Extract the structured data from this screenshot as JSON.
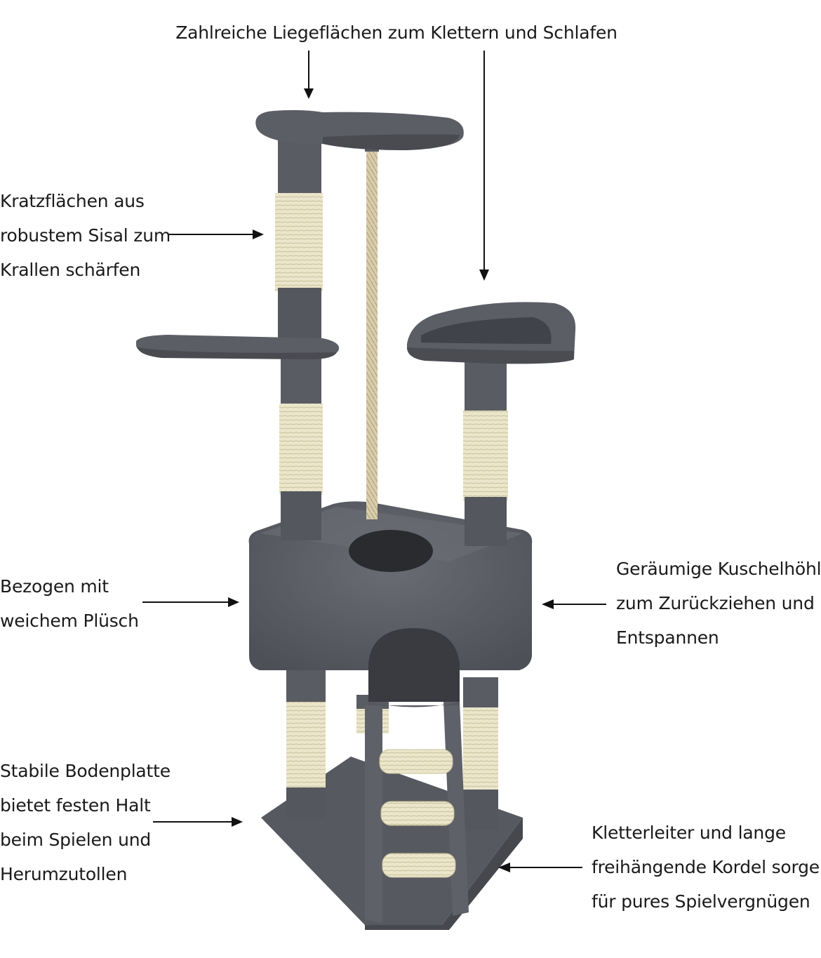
{
  "annotations": {
    "top": [
      "Zahlreiche Liegeflächen zum Klettern und Schlafen"
    ],
    "sisal": [
      "Kratzflächen aus",
      "robustem Sisal zum",
      "Krallen schärfen"
    ],
    "plush": [
      "Bezogen mit",
      "weichem Plüsch"
    ],
    "base": [
      "Stabile Bodenplatte",
      "bietet festen Halt",
      "beim Spielen und",
      "Herumzutollen"
    ],
    "cave": [
      "Geräumige Kuschelhöhle",
      "zum Zurückziehen und",
      "Entspannen"
    ],
    "ladder": [
      "Kletterleiter und lange",
      "freihängende Kordel sorgen",
      "für pures Spielvergnügen"
    ]
  },
  "colors": {
    "plush": "#5c5e66",
    "plush_dark": "#44464c",
    "plush_light": "#7a7c84",
    "sisal": "#e9e4c8",
    "sisal_line": "#cfc8a6",
    "rope": "#d8ccaa",
    "arrow": "#111111",
    "text": "#1a1a1a"
  }
}
